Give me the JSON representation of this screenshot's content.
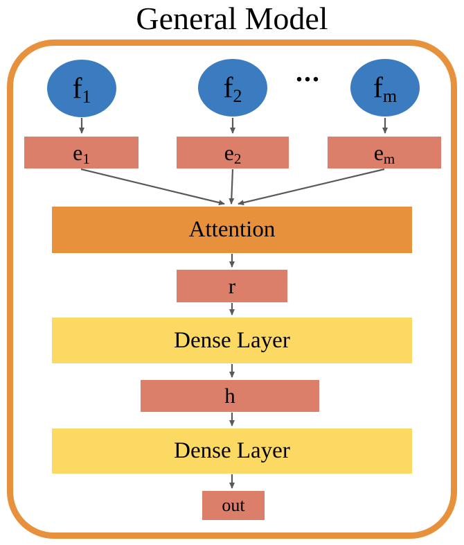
{
  "title": "General Model",
  "colors": {
    "ellipse_blue": "#3A7CBF",
    "box_salmon": "#DC7F6A",
    "attention_orange": "#E8913C",
    "dense_yellow": "#FBD963",
    "frame_border": "#E8913C",
    "arrow_gray": "#595959",
    "text": "#000000"
  },
  "diagram": {
    "inputs": [
      {
        "label": "f",
        "sub": "1"
      },
      {
        "label": "f",
        "sub": "2"
      },
      {
        "label": "f",
        "sub": "m"
      }
    ],
    "ellipsis": "...",
    "embeddings": [
      {
        "label": "e",
        "sub": "1"
      },
      {
        "label": "e",
        "sub": "2"
      },
      {
        "label": "e",
        "sub": "m"
      }
    ],
    "attention_label": "Attention",
    "r_label": "r",
    "dense1_label": "Dense Layer",
    "h_label": "h",
    "dense2_label": "Dense Layer",
    "out_label": "out"
  }
}
